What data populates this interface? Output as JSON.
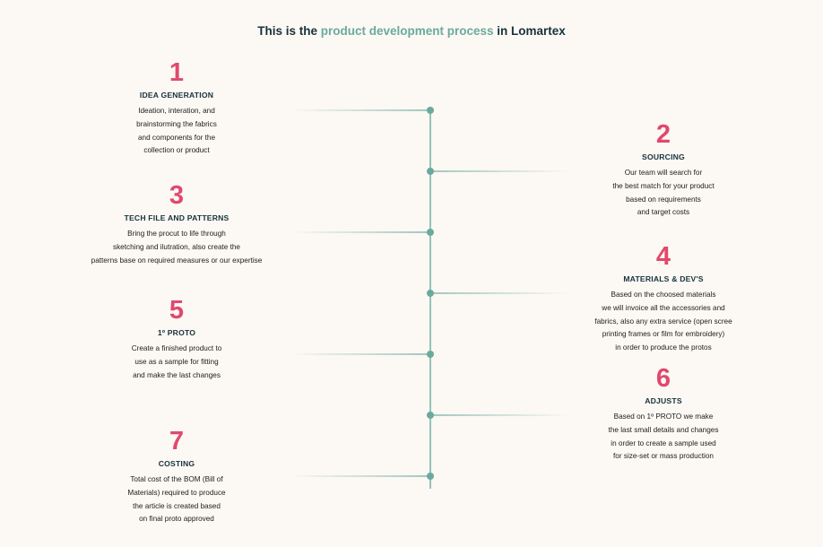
{
  "title": {
    "prefix": "This is the ",
    "highlight": "product development process",
    "suffix": " in Lomartex"
  },
  "colors": {
    "accent_teal": "#6aaa9e",
    "number_pink": "#e0496d",
    "heading_dark": "#16323a",
    "background": "#fcf8f4"
  },
  "steps": [
    {
      "number": "1",
      "heading": "IDEA GENERATION",
      "lines": [
        "Ideation, interation, and",
        "brainstorming the fabrics",
        "and components for the",
        "collection or product"
      ],
      "side": "left"
    },
    {
      "number": "2",
      "heading": "SOURCING",
      "lines": [
        "Our team will search for",
        "the best match for your product",
        "based on requirements",
        "and target costs"
      ],
      "side": "right"
    },
    {
      "number": "3",
      "heading": "TECH FILE AND PATTERNS",
      "lines": [
        "Bring the procut to life through",
        "sketching and ilutration, also create the",
        "patterns base on required measures or our expertise"
      ],
      "side": "left"
    },
    {
      "number": "4",
      "heading": "MATERIALS & DEV'S",
      "lines": [
        "Based on the choosed materials",
        "we will invoice all the accessories and",
        "fabrics, also any extra service (open scree",
        "printing frames or film for embroidery)",
        "in order to produce the protos"
      ],
      "side": "right"
    },
    {
      "number": "5",
      "heading": "1º PROTO",
      "lines": [
        "Create a finished product to",
        "use as a sample for fitting",
        "and make the last changes"
      ],
      "side": "left"
    },
    {
      "number": "6",
      "heading": "ADJUSTS",
      "lines": [
        "Based on 1º PROTO we make",
        "the last small details and changes",
        "in order to create a sample used",
        "for size-set or mass production"
      ],
      "side": "right"
    },
    {
      "number": "7",
      "heading": "COSTING",
      "lines": [
        "Total cost of the BOM (Bill of",
        "Materials) required to produce",
        "the article is created based",
        "on final proto approved"
      ],
      "side": "left"
    }
  ]
}
